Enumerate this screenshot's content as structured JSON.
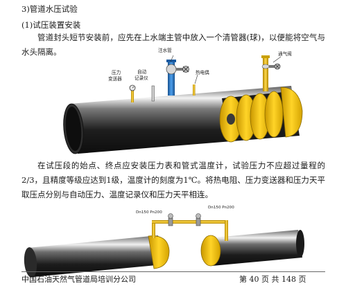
{
  "doc": {
    "section_heading": "3)管道水压试验",
    "subsection_heading": "(1)试压装置安装",
    "para1": "管道封头短节安装前，应先在上水端主管中放入一个清管器(球)，以便能将空气与水头隔离。",
    "para2": "在试压段的始点、终点应安装压力表和管式温度计，试验压力不应超过量程的2/3，且精度等级应达到1级，温度计的刻度为1℃。将热电阻、压力变送器和压力天平取压点分别与自动压力、温度记录仪和压力天平相连。"
  },
  "figure1": {
    "label_fill_pipe": "注水管",
    "label_vent_valve": "通气阀",
    "label_pressure_transmitter_1": "压力",
    "label_pressure_transmitter_2": "变送器",
    "label_recorder_1": "自动",
    "label_recorder_2": "记录仪",
    "label_thermocouple": "热电偶"
  },
  "figure2": {
    "label_left": "Dn150 Pn200",
    "label_right": "Dn150 Pn200"
  },
  "footer": {
    "left": "中国石油天然气管道局培训分公司",
    "right": "第 40 页 共 148 页"
  },
  "colors": {
    "pipe_dark": "#1b1b1b",
    "pipe_highlight": "#d9d9d9",
    "end_cap_yellow": "#f2c40c",
    "fill_pipe_blue": "#2a78c8",
    "vent_pipe_yellow": "#e6b800"
  }
}
